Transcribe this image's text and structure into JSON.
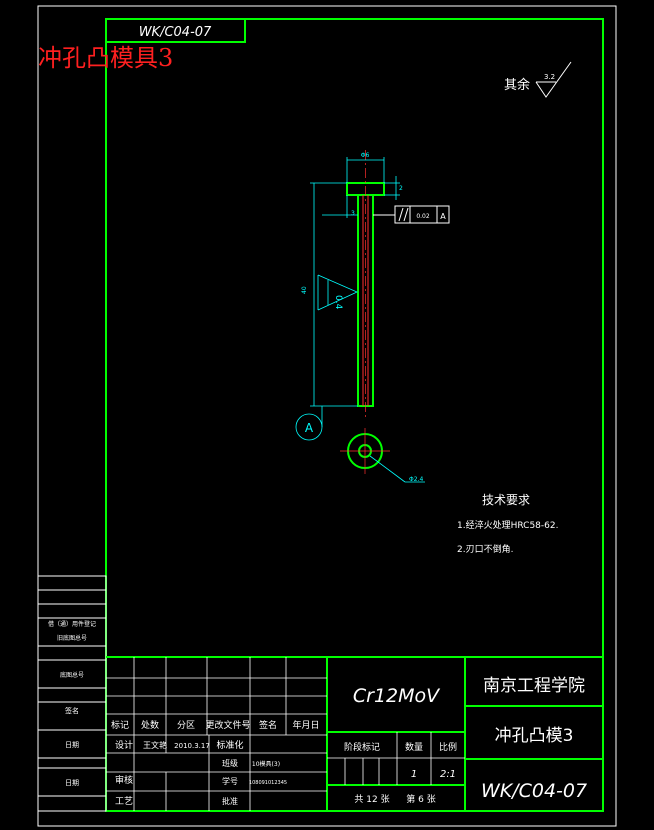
{
  "drawing": {
    "code_top": "WK/C04-07",
    "overlay_title": "冲孔凸模具3",
    "roughness_prefix": "其余",
    "roughness_value": "3.2",
    "dim_diameter_head": "Φ6",
    "dim_head_h": "2",
    "dim_shoulder": "3",
    "dim_length": "40",
    "tol_value": "0.02",
    "tol_datum": "A",
    "roughness_part": "0.4",
    "datum_label": "A",
    "dim_bore": "Φ2.4",
    "tech_title": "技术要求",
    "tech_1": "1.经淬火处理HRC58-62.",
    "tech_2": "2.刃口不倒角."
  },
  "left_strip": {
    "label_1": "借（通）用件登记",
    "label_2": "旧底图总号",
    "label_3": "底图总号",
    "label_4": "签名",
    "label_5": "日期",
    "label_6": "日期"
  },
  "title_block": {
    "material": "Cr12MoV",
    "school": "南京工程学院",
    "part_name": "冲孔凸模3",
    "drawing_no": "WK/C04-07",
    "header_mark": "标记",
    "header_count": "处数",
    "header_zone": "分区",
    "header_doc": "更改文件号",
    "header_sign": "签名",
    "header_date": "年月日",
    "design_label": "设计",
    "designer": "王文艳",
    "design_date": "2010.3.17",
    "std_label": "标准化",
    "review_label": "审核",
    "process_label": "工艺",
    "class_label": "班级",
    "class_value": "10模具(3)",
    "id_label": "学号",
    "id_value": "108091012345",
    "approve_label": "批准",
    "stage_label": "阶段标记",
    "weight_label": "数量",
    "scale_label": "比例",
    "weight_value": "1",
    "scale_value": "2:1",
    "total_sheets": "共 12 张",
    "sheet_no": "第 6 张"
  }
}
